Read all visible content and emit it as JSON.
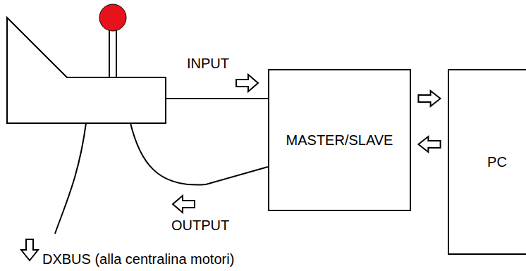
{
  "diagram": {
    "nodes": [
      {
        "text": [
          "MASTER/SLAVE"
        ]
      },
      {
        "text": [
          "PC"
        ]
      }
    ],
    "edges": [
      {
        "from": 0,
        "to": 1,
        "arrow": "to"
      },
      {
        "from": 1,
        "to": 0,
        "arrow": "to"
      }
    ],
    "labels": [
      "INPUT",
      "OUTPUT",
      "DXBUS (alla centralina motori)"
    ]
  }
}
